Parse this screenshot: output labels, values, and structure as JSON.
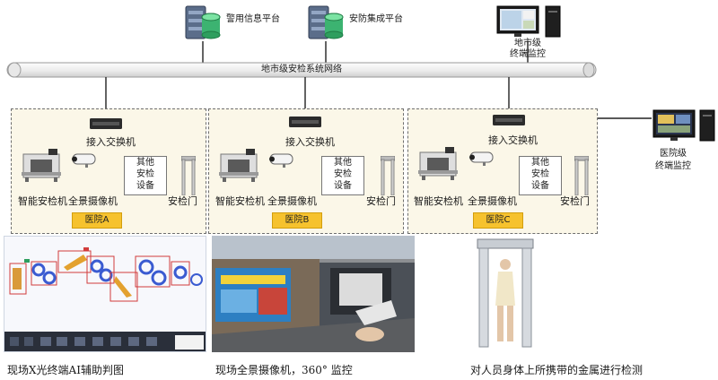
{
  "platforms": [
    {
      "label": "警用信息平台",
      "icon": "database-server-icon"
    },
    {
      "label": "安防集成平台",
      "icon": "database-server-icon"
    }
  ],
  "city_monitor": {
    "line1": "地市级",
    "line2": "终端监控",
    "icon": "desktop-monitor-icon"
  },
  "network": {
    "label": "地市级安检系统网络"
  },
  "hospitals": [
    {
      "name": "医院A",
      "switch_label": "接入交换机",
      "scanner_label": "智能安检机",
      "camera_label": "全景摄像机",
      "other_lines": [
        "其他",
        "安检",
        "设备"
      ],
      "gate_label": "安检门"
    },
    {
      "name": "医院B",
      "switch_label": "接入交换机",
      "scanner_label": "智能安检机",
      "camera_label": "全景摄像机",
      "other_lines": [
        "其他",
        "安检",
        "设备"
      ],
      "gate_label": "安检门"
    },
    {
      "name": "医院C",
      "switch_label": "接入交换机",
      "scanner_label": "智能安检机",
      "camera_label": "全景摄像机",
      "other_lines": [
        "其他",
        "安检",
        "设备"
      ],
      "gate_label": "安检门"
    }
  ],
  "hospital_monitor": {
    "line1": "医院级",
    "line2": "终端监控",
    "icon": "desktop-monitor-icon"
  },
  "panels": [
    {
      "caption": "现场X光终端AI辅助判图"
    },
    {
      "caption": "现场全景摄像机，360° 监控"
    },
    {
      "caption": "对人员身体上所携带的金属进行检测"
    }
  ],
  "colors": {
    "hospital_fill": "#fbf7e8",
    "hospital_tag": "#f6c22e",
    "db_green": "#3cb371",
    "pipe": "#f3f3f3"
  }
}
